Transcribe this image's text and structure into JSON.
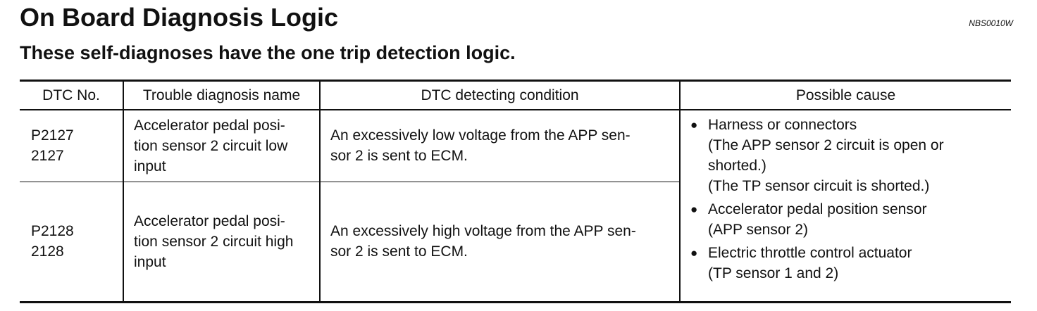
{
  "header": {
    "title": "On Board Diagnosis Logic",
    "code": "NBS0010W",
    "subtitle": "These self-diagnoses have the one trip detection logic."
  },
  "table": {
    "columns": [
      "DTC No.",
      "Trouble diagnosis name",
      "DTC detecting condition",
      "Possible cause"
    ],
    "rows": [
      {
        "dtc": [
          "P2127",
          "2127"
        ],
        "name": [
          "Accelerator pedal posi-",
          "tion sensor 2 circuit low",
          "input"
        ],
        "condition": [
          "An excessively low voltage from the APP sen-",
          "sor 2 is sent to ECM."
        ]
      },
      {
        "dtc": [
          "P2128",
          "2128"
        ],
        "name": [
          "Accelerator pedal posi-",
          "tion sensor 2 circuit high",
          "input"
        ],
        "condition": [
          "An excessively high voltage from the APP sen-",
          "sor 2 is sent to ECM."
        ]
      }
    ],
    "possible_causes": [
      {
        "bullet": "●",
        "lines": [
          "Harness or connectors",
          "(The APP sensor 2 circuit is open or",
          "shorted.)",
          "(The TP sensor circuit is shorted.)"
        ]
      },
      {
        "bullet": "●",
        "lines": [
          "Accelerator pedal position sensor",
          "(APP sensor 2)"
        ]
      },
      {
        "bullet": "●",
        "lines": [
          "Electric throttle control actuator",
          "(TP sensor 1 and 2)"
        ]
      }
    ]
  }
}
